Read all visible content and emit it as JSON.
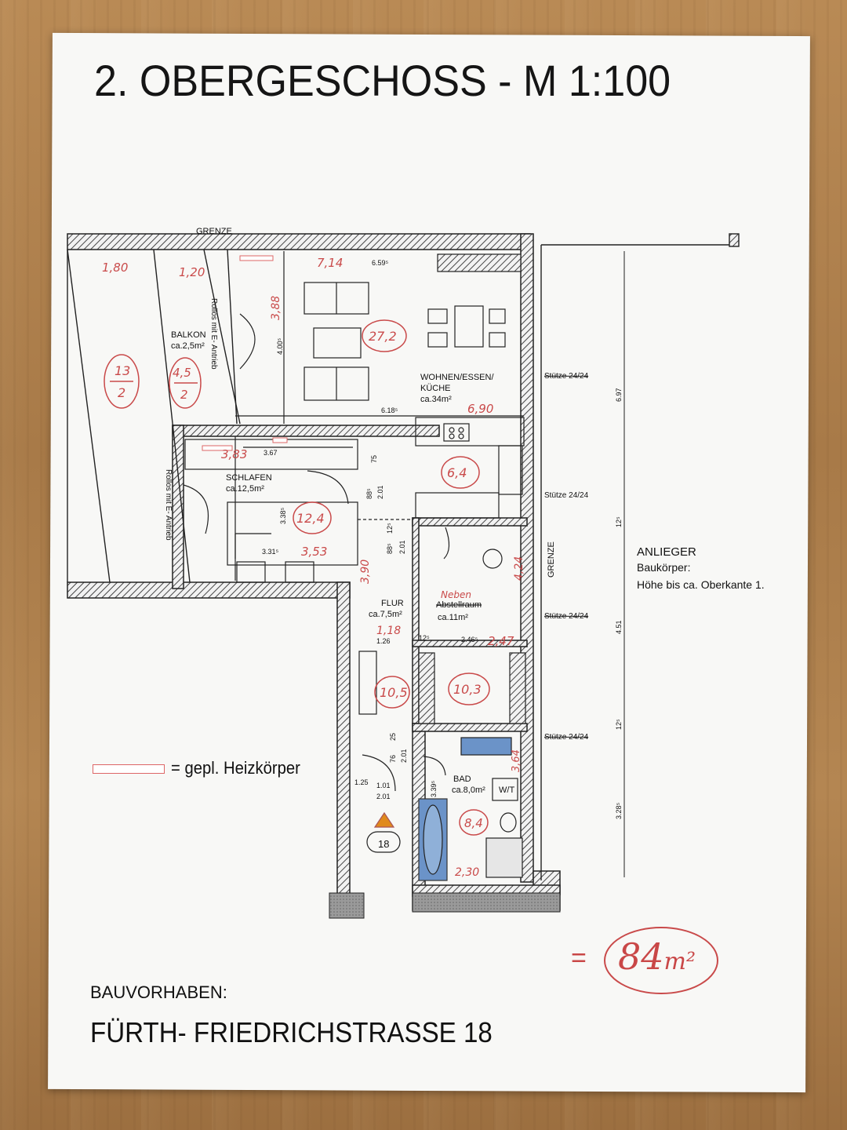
{
  "title": "2. OBERGESCHOSS - M 1:100",
  "project_label": "BAUVORHABEN:",
  "project_name": "FÜRTH- FRIEDRICHSTRASSE 18",
  "legend": {
    "symbol_label": "= gepl. Heizkörper"
  },
  "total": {
    "prefix": "=",
    "value": "84",
    "unit": "m²"
  },
  "labels": {
    "grenze_top": "GRENZE",
    "grenze_right": "GRENZE",
    "balkon": "BALKON",
    "balkon_area": "ca.2,5m²",
    "rollos_1": "Rollos mit E- Antrieb",
    "rollos_2": "Rollos mit E- Antrieb",
    "wohnen": "WOHNEN/ESSEN/",
    "kueche": "KÜCHE",
    "wohnen_area": "ca.34m²",
    "schlafen": "SCHLAFEN",
    "schlafen_area": "ca.12,5m²",
    "flur": "FLUR",
    "flur_area": "ca.7,5m²",
    "neben": "Neben",
    "abstellraum": "Abstellraum",
    "abstell_area": "ca.11m²",
    "bad": "BAD",
    "bad_area": "ca.8,0m²",
    "wt": "W/T",
    "anlieger": "ANLIEGER",
    "baukoerper": "Baukörper:",
    "hoehe": "Höhe bis ca. Oberkante 1.",
    "stuetze": "Stütze 24/24",
    "house_number": "18"
  },
  "dimensions": [
    "6.59⁵",
    "4.00⁵",
    "6.18⁵",
    "75",
    "88⁵",
    "2.01",
    "3.38⁵",
    "3.31⁵",
    "12⁵",
    "88⁵",
    "2.01",
    "1.26",
    "12⁵",
    "2.46⁵",
    "25",
    "76",
    "2.01",
    "1.01",
    "2.01",
    "1.25",
    "3.39⁵",
    "6.97",
    "12⁵",
    "4.51",
    "12⁵",
    "3.28⁵",
    "3.67"
  ],
  "red_notes": {
    "n1": "1,80",
    "n2": "1,20",
    "n3": "7,14",
    "n4": "3,88",
    "n5": "27,2",
    "n6a": "13",
    "n6b": "2",
    "n7a": "4,5",
    "n7b": "2",
    "n8": "6,90",
    "n9": "3,83",
    "n10": "6,4",
    "n11": "12,4",
    "n12": "3,53",
    "n13": "3,90",
    "n14": "4,24",
    "n15": "1,18",
    "n16": "2,47",
    "n17": "10,5",
    "n18": "10,3",
    "n19": "3,64",
    "n20": "8,4",
    "n21": "2,30"
  },
  "colors": {
    "ink": "#151515",
    "red": "#c94a4a",
    "bath_blue": "#6b93c8",
    "hatch": "#555555"
  }
}
